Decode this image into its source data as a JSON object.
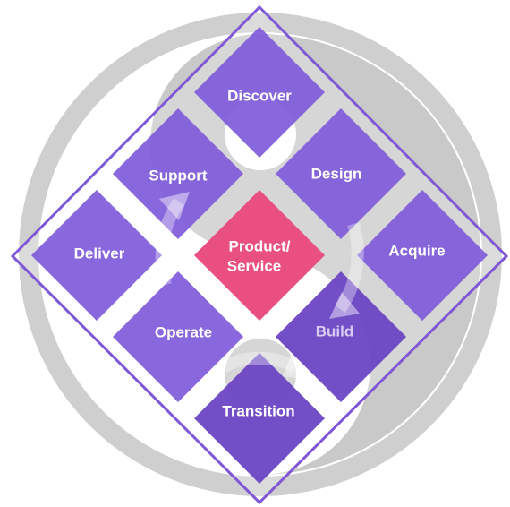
{
  "diagram": {
    "center": {
      "line1": "Product/",
      "line2": "Service"
    },
    "tiles": {
      "discover": "Discover",
      "support": "Support",
      "design": "Design",
      "deliver": "Deliver",
      "acquire": "Acquire",
      "operate": "Operate",
      "build": "Build",
      "transition": "Transition"
    }
  },
  "colors": {
    "ring": "#cfcfcf",
    "outline": "#7e58d6",
    "tile": "#7f5ad9",
    "tile_dark": "#6c46c4",
    "center": "#e9507f",
    "build_label": "#d9ccf2"
  }
}
